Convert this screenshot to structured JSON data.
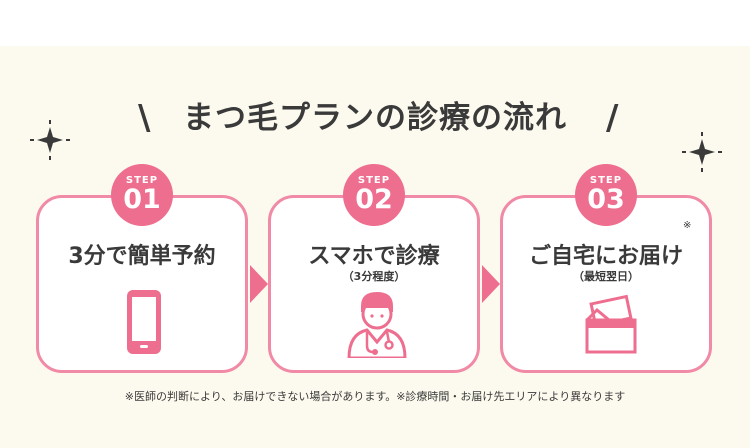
{
  "section": {
    "title": "まつ毛プランの診療の流れ",
    "slash_left": "\\",
    "slash_right": "/"
  },
  "steps": [
    {
      "step_label": "STEP",
      "step_number": "01",
      "title": "3分で簡単予約",
      "icon": "smartphone-icon"
    },
    {
      "step_label": "STEP",
      "step_number": "02",
      "title": "スマホで診療",
      "subtitle": "（3分程度）",
      "icon": "doctor-icon"
    },
    {
      "step_label": "STEP",
      "step_number": "03",
      "title": "ご自宅にお届け",
      "subtitle": "（最短翌日）",
      "note_mark": "※",
      "icon": "package-icon"
    }
  ],
  "footnote": "※医師の判断により、お届けできない場合があります。※診療時間・お届け先エリアにより異なります",
  "colors": {
    "accent": "#ee6e8f",
    "border": "#f08aa6",
    "background": "#fcfaee",
    "text": "#3a3a3a"
  }
}
